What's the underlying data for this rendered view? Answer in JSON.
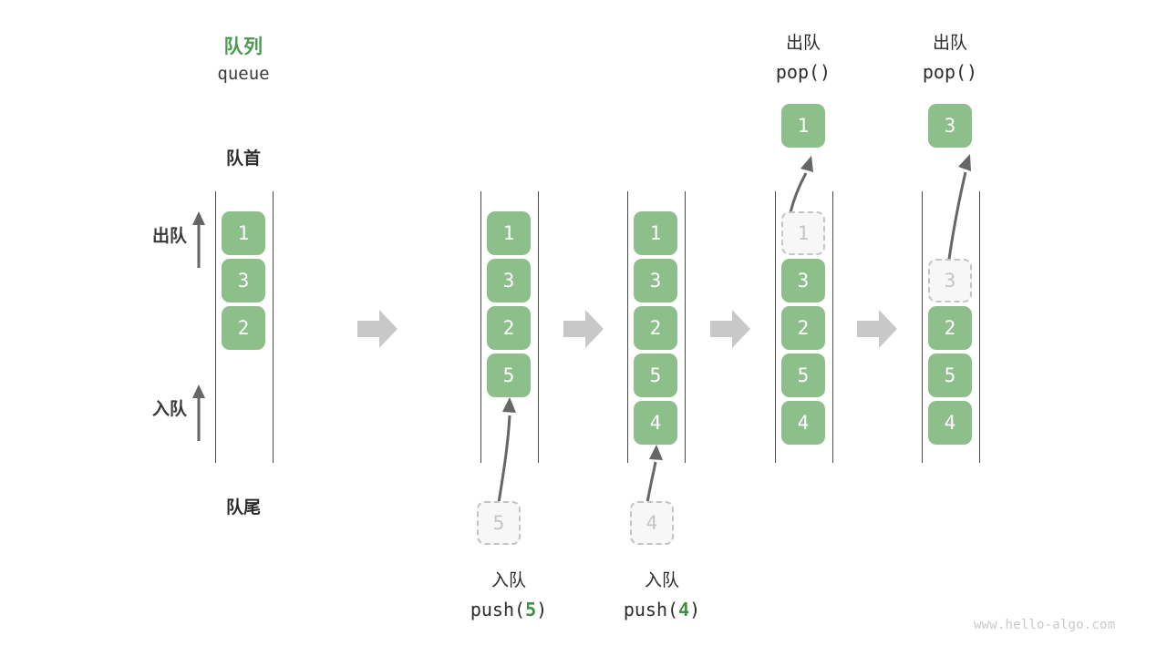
{
  "meta": {
    "watermark": "www.hello-algo.com",
    "colors": {
      "element_fill": "#8cbf8a",
      "element_text": "#ffffff",
      "ghost_fill": "#f7f7f7",
      "ghost_border": "#c4c4c4",
      "ghost_text": "#c4c4c4",
      "title_green": "#4a9a52",
      "arrow_gray": "#666666",
      "step_arrow_gray": "#c8c8c8",
      "rail": "#4a4a4a"
    }
  },
  "header": {
    "title_cn": "队列",
    "title_en": "queue"
  },
  "labels": {
    "front": "队首",
    "rear": "队尾",
    "dequeue": "出队",
    "enqueue": "入队"
  },
  "icons": {
    "step_arrow": "step-arrow-icon",
    "up_arrow": "up-arrow-icon",
    "push_arrow": "push-arrow-icon",
    "pop_arrow": "pop-arrow-icon"
  },
  "columns": [
    {
      "id": "initial",
      "name": "initial-queue",
      "cells": [
        {
          "value": "1",
          "state": "filled"
        },
        {
          "value": "3",
          "state": "filled"
        },
        {
          "value": "2",
          "state": "filled"
        }
      ],
      "caption_cn": "",
      "caption_code": "",
      "incoming": null,
      "outgoing": null
    },
    {
      "id": "push5",
      "name": "queue-after-push-5",
      "cells": [
        {
          "value": "1",
          "state": "filled"
        },
        {
          "value": "3",
          "state": "filled"
        },
        {
          "value": "2",
          "state": "filled"
        },
        {
          "value": "5",
          "state": "filled"
        }
      ],
      "caption_cn": "入队",
      "caption_code": "push(5)",
      "caption_arg": "5",
      "incoming": {
        "value": "5",
        "state": "ghost"
      },
      "outgoing": null
    },
    {
      "id": "push4",
      "name": "queue-after-push-4",
      "cells": [
        {
          "value": "1",
          "state": "filled"
        },
        {
          "value": "3",
          "state": "filled"
        },
        {
          "value": "2",
          "state": "filled"
        },
        {
          "value": "5",
          "state": "filled"
        },
        {
          "value": "4",
          "state": "filled"
        }
      ],
      "caption_cn": "入队",
      "caption_code": "push(4)",
      "caption_arg": "4",
      "incoming": {
        "value": "4",
        "state": "ghost"
      },
      "outgoing": null
    },
    {
      "id": "pop1",
      "name": "queue-after-pop-1",
      "cells": [
        {
          "value": "1",
          "state": "ghost"
        },
        {
          "value": "3",
          "state": "filled"
        },
        {
          "value": "2",
          "state": "filled"
        },
        {
          "value": "5",
          "state": "filled"
        },
        {
          "value": "4",
          "state": "filled"
        }
      ],
      "header_cn": "出队",
      "header_code": "pop()",
      "outgoing": {
        "value": "1",
        "state": "filled"
      },
      "incoming": null
    },
    {
      "id": "pop3",
      "name": "queue-after-pop-3",
      "cells": [
        {
          "value": "3",
          "state": "ghost"
        },
        {
          "value": "2",
          "state": "filled"
        },
        {
          "value": "5",
          "state": "filled"
        },
        {
          "value": "4",
          "state": "filled"
        }
      ],
      "header_cn": "出队",
      "header_code": "pop()",
      "outgoing": {
        "value": "3",
        "state": "filled"
      },
      "incoming": null
    }
  ]
}
